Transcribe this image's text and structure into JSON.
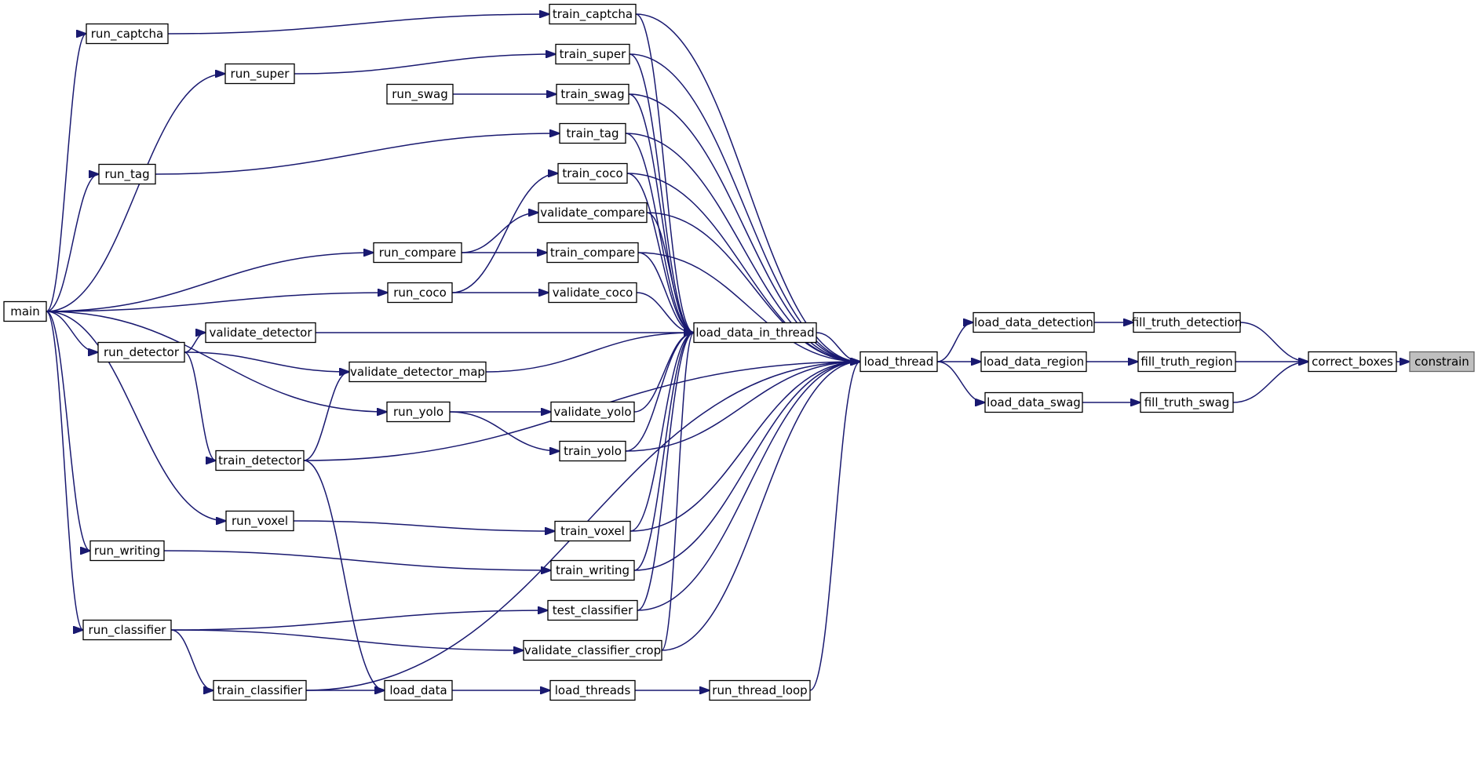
{
  "graph": {
    "title": "",
    "highlighted_node": "constrain",
    "colors": {
      "edge": "#191970",
      "node_border": "#000000",
      "highlight_fill": "#bfbfbf"
    },
    "nodes": [
      {
        "id": "main",
        "label": "main"
      },
      {
        "id": "run_captcha",
        "label": "run_captcha"
      },
      {
        "id": "run_super",
        "label": "run_super"
      },
      {
        "id": "run_swag",
        "label": "run_swag"
      },
      {
        "id": "run_tag",
        "label": "run_tag"
      },
      {
        "id": "run_compare",
        "label": "run_compare"
      },
      {
        "id": "run_coco",
        "label": "run_coco"
      },
      {
        "id": "run_detector",
        "label": "run_detector"
      },
      {
        "id": "validate_detector",
        "label": "validate_detector"
      },
      {
        "id": "validate_detector_map",
        "label": "validate_detector_map"
      },
      {
        "id": "run_yolo",
        "label": "run_yolo"
      },
      {
        "id": "train_detector",
        "label": "train_detector"
      },
      {
        "id": "run_voxel",
        "label": "run_voxel"
      },
      {
        "id": "run_writing",
        "label": "run_writing"
      },
      {
        "id": "run_classifier",
        "label": "run_classifier"
      },
      {
        "id": "train_classifier",
        "label": "train_classifier"
      },
      {
        "id": "load_data",
        "label": "load_data"
      },
      {
        "id": "train_captcha",
        "label": "train_captcha"
      },
      {
        "id": "train_super",
        "label": "train_super"
      },
      {
        "id": "train_swag",
        "label": "train_swag"
      },
      {
        "id": "train_tag",
        "label": "train_tag"
      },
      {
        "id": "train_coco",
        "label": "train_coco"
      },
      {
        "id": "validate_compare",
        "label": "validate_compare"
      },
      {
        "id": "train_compare",
        "label": "train_compare"
      },
      {
        "id": "validate_coco",
        "label": "validate_coco"
      },
      {
        "id": "validate_yolo",
        "label": "validate_yolo"
      },
      {
        "id": "train_yolo",
        "label": "train_yolo"
      },
      {
        "id": "train_voxel",
        "label": "train_voxel"
      },
      {
        "id": "train_writing",
        "label": "train_writing"
      },
      {
        "id": "test_classifier",
        "label": "test_classifier"
      },
      {
        "id": "validate_classifier_crop",
        "label": "validate_classifier_crop"
      },
      {
        "id": "load_threads",
        "label": "load_threads"
      },
      {
        "id": "load_data_in_thread",
        "label": "load_data_in_thread"
      },
      {
        "id": "run_thread_loop",
        "label": "run_thread_loop"
      },
      {
        "id": "load_thread",
        "label": "load_thread"
      },
      {
        "id": "load_data_detection",
        "label": "load_data_detection"
      },
      {
        "id": "load_data_region",
        "label": "load_data_region"
      },
      {
        "id": "load_data_swag",
        "label": "load_data_swag"
      },
      {
        "id": "fill_truth_detection",
        "label": "fill_truth_detection"
      },
      {
        "id": "fill_truth_region",
        "label": "fill_truth_region"
      },
      {
        "id": "fill_truth_swag",
        "label": "fill_truth_swag"
      },
      {
        "id": "correct_boxes",
        "label": "correct_boxes"
      },
      {
        "id": "constrain",
        "label": "constrain"
      }
    ],
    "edges": [
      {
        "from": "main",
        "to": "run_captcha"
      },
      {
        "from": "main",
        "to": "run_super"
      },
      {
        "from": "main",
        "to": "run_tag"
      },
      {
        "from": "main",
        "to": "run_compare"
      },
      {
        "from": "main",
        "to": "run_coco"
      },
      {
        "from": "main",
        "to": "run_detector"
      },
      {
        "from": "main",
        "to": "run_yolo"
      },
      {
        "from": "main",
        "to": "run_voxel"
      },
      {
        "from": "main",
        "to": "run_writing"
      },
      {
        "from": "main",
        "to": "run_classifier"
      },
      {
        "from": "run_captcha",
        "to": "train_captcha"
      },
      {
        "from": "run_super",
        "to": "train_super"
      },
      {
        "from": "run_swag",
        "to": "train_swag"
      },
      {
        "from": "run_tag",
        "to": "train_tag"
      },
      {
        "from": "run_compare",
        "to": "validate_compare"
      },
      {
        "from": "run_compare",
        "to": "train_compare"
      },
      {
        "from": "run_coco",
        "to": "train_coco"
      },
      {
        "from": "run_coco",
        "to": "validate_coco"
      },
      {
        "from": "run_detector",
        "to": "validate_detector"
      },
      {
        "from": "run_detector",
        "to": "validate_detector_map"
      },
      {
        "from": "run_detector",
        "to": "train_detector"
      },
      {
        "from": "train_detector",
        "to": "validate_detector_map"
      },
      {
        "from": "train_detector",
        "to": "load_data"
      },
      {
        "from": "train_detector",
        "to": "load_thread"
      },
      {
        "from": "run_yolo",
        "to": "validate_yolo"
      },
      {
        "from": "run_yolo",
        "to": "train_yolo"
      },
      {
        "from": "run_voxel",
        "to": "train_voxel"
      },
      {
        "from": "run_writing",
        "to": "train_writing"
      },
      {
        "from": "run_classifier",
        "to": "test_classifier"
      },
      {
        "from": "run_classifier",
        "to": "validate_classifier_crop"
      },
      {
        "from": "run_classifier",
        "to": "train_classifier"
      },
      {
        "from": "train_classifier",
        "to": "load_data"
      },
      {
        "from": "train_classifier",
        "to": "load_thread"
      },
      {
        "from": "load_data",
        "to": "load_threads"
      },
      {
        "from": "load_threads",
        "to": "run_thread_loop"
      },
      {
        "from": "run_thread_loop",
        "to": "load_thread"
      },
      {
        "from": "train_captcha",
        "to": "load_data_in_thread"
      },
      {
        "from": "train_super",
        "to": "load_data_in_thread"
      },
      {
        "from": "train_swag",
        "to": "load_data_in_thread"
      },
      {
        "from": "train_tag",
        "to": "load_data_in_thread"
      },
      {
        "from": "train_coco",
        "to": "load_data_in_thread"
      },
      {
        "from": "validate_compare",
        "to": "load_data_in_thread"
      },
      {
        "from": "train_compare",
        "to": "load_data_in_thread"
      },
      {
        "from": "validate_coco",
        "to": "load_data_in_thread"
      },
      {
        "from": "validate_detector",
        "to": "load_data_in_thread"
      },
      {
        "from": "validate_detector_map",
        "to": "load_data_in_thread"
      },
      {
        "from": "validate_yolo",
        "to": "load_data_in_thread"
      },
      {
        "from": "train_yolo",
        "to": "load_data_in_thread"
      },
      {
        "from": "train_voxel",
        "to": "load_data_in_thread"
      },
      {
        "from": "train_writing",
        "to": "load_data_in_thread"
      },
      {
        "from": "test_classifier",
        "to": "load_data_in_thread"
      },
      {
        "from": "validate_classifier_crop",
        "to": "load_data_in_thread"
      },
      {
        "from": "train_captcha",
        "to": "load_thread"
      },
      {
        "from": "train_super",
        "to": "load_thread"
      },
      {
        "from": "train_swag",
        "to": "load_thread"
      },
      {
        "from": "train_tag",
        "to": "load_thread"
      },
      {
        "from": "train_coco",
        "to": "load_thread"
      },
      {
        "from": "validate_compare",
        "to": "load_thread"
      },
      {
        "from": "train_compare",
        "to": "load_thread"
      },
      {
        "from": "train_yolo",
        "to": "load_thread"
      },
      {
        "from": "train_voxel",
        "to": "load_thread"
      },
      {
        "from": "train_writing",
        "to": "load_thread"
      },
      {
        "from": "test_classifier",
        "to": "load_thread"
      },
      {
        "from": "validate_classifier_crop",
        "to": "load_thread"
      },
      {
        "from": "load_data_in_thread",
        "to": "load_thread"
      },
      {
        "from": "load_thread",
        "to": "load_data_detection"
      },
      {
        "from": "load_thread",
        "to": "load_data_region"
      },
      {
        "from": "load_thread",
        "to": "load_data_swag"
      },
      {
        "from": "load_data_detection",
        "to": "fill_truth_detection"
      },
      {
        "from": "load_data_region",
        "to": "fill_truth_region"
      },
      {
        "from": "load_data_swag",
        "to": "fill_truth_swag"
      },
      {
        "from": "fill_truth_detection",
        "to": "correct_boxes"
      },
      {
        "from": "fill_truth_region",
        "to": "correct_boxes"
      },
      {
        "from": "fill_truth_swag",
        "to": "correct_boxes"
      },
      {
        "from": "correct_boxes",
        "to": "constrain"
      }
    ]
  }
}
